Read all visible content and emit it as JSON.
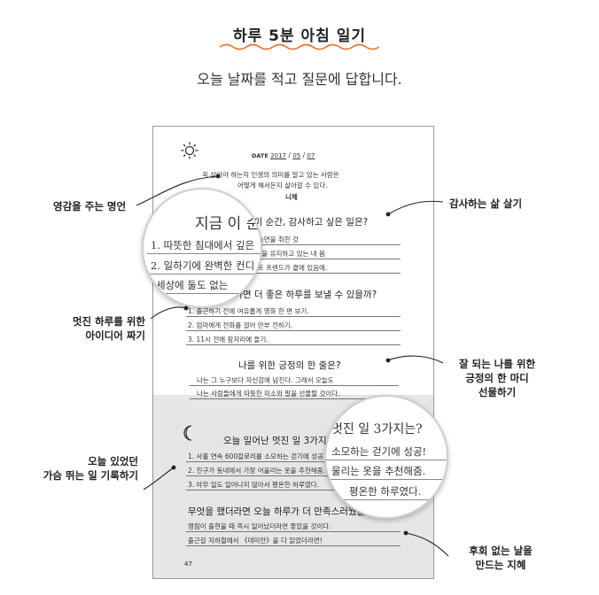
{
  "header": {
    "title": "하루 5분 아침 일기",
    "subtitle": "오늘 날짜를 적고 질문에 답합니다."
  },
  "page": {
    "date": {
      "label": "DATE",
      "year": "2017",
      "month": "05",
      "day": "07"
    },
    "quote": {
      "line1": "꼭 살아야 하는지 인생의 의미를 알고 있는 사람은",
      "line2": "어떻게 해서든지 살아갈 수 있다.",
      "author": "니체"
    },
    "q1": {
      "question": "지금 이 순간, 감사하고 싶은 일은?",
      "answers": [
        "1. 따뜻한 침대에서 깊은 숙면을 취한 것",
        "2. 일하기에 완벽한 컨디션을 유지하고 있는 내 몸",
        "3. 세상에 둘도 없는 베스트 프렌드가 곁에 있음에."
      ]
    },
    "q2": {
      "question": "어떻게 하면 더 좋은 하루를 보낼 수 있을까?",
      "answers": [
        "1. 출근하기 전에 여유롭게 영화 한 편 보기.",
        "2. 엄마에게 전화를 걸어 안부 전하기.",
        "3. 11시 전에 잠자리에 들기."
      ]
    },
    "q3": {
      "question": "나를 위한 긍정의 한 줄은?",
      "lines": [
        "나는 그 누구보다 자신감에 넘친다. 그래서 오늘도",
        "나는 사람들에게 따뜻한 미소와 말을 선물할 것이다."
      ]
    },
    "q4": {
      "question": "오늘 일어난 멋진 일 3가지는?",
      "answers": [
        "1. 사흘 연속 600칼로리를 소모하는 걷기에 성공!",
        "2. 친구가 동네에서 가장 어울리는 옷을 추천해줌.",
        "3. 아무 일도 일어나지 않아서 평온한 하루였다."
      ]
    },
    "q5": {
      "question": "무엇을 했더라면 오늘 하루가 더 만족스러웠을까?",
      "lines": [
        "영림이 출현을 때 즉시 일어났더라면 좋았을 것이다.",
        "출근길 지하철에서 《데미안》을 다 읽었더라면!"
      ]
    },
    "page_number": "47"
  },
  "magnifier_top": {
    "heading": "지금 이 순",
    "lines": [
      "1. 따뜻한 침대에서 깊은",
      "2. 일하기에 완벽한 컨디",
      "세상에 둘도 없는"
    ]
  },
  "magnifier_bottom": {
    "heading": "멋진 일 3가지는?",
    "lines": [
      "소모하는 걷기에 성공!",
      "울리는 옷을 추천해줌.",
      "평온한 하루였다."
    ]
  },
  "callouts": {
    "quote": "영감을 주는 명언",
    "gratitude": "감사하는 삶 살기",
    "ideas_line1": "멋진 하루를 위한",
    "ideas_line2": "아이디어 짜기",
    "affirm_line1": "잘 되는 나를 위한",
    "affirm_line2": "긍정의 한 마디",
    "affirm_line3": "선물하기",
    "record_line1": "오늘 있었던",
    "record_line2": "가슴 뛰는 일 기록하기",
    "wisdom_line1": "후회 없는 날을",
    "wisdom_line2": "만드는 지혜"
  }
}
